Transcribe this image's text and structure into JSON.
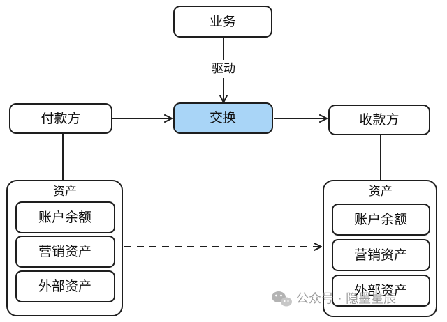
{
  "nodes": {
    "business": "业务",
    "drive_label": "驱动",
    "payer": "付款方",
    "exchange": "交换",
    "payee": "收款方"
  },
  "assets_left": {
    "title": "资产",
    "items": [
      "账户余额",
      "营销资产",
      "外部资产"
    ]
  },
  "assets_right": {
    "title": "资产",
    "items": [
      "账户余额",
      "营销资产",
      "外部资产"
    ]
  },
  "watermark": {
    "text": "公众号 · 隐墨星辰",
    "icon": "wechat-icon"
  },
  "colors": {
    "exchange_fill": "#a9d5f7",
    "stroke": "#1e1e1e",
    "box_fill": "#ffffff"
  }
}
